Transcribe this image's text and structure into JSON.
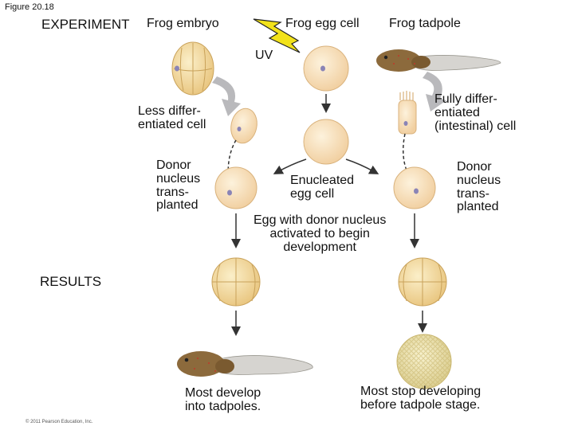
{
  "figure_label": "Figure 20.18",
  "headings": {
    "experiment": "EXPERIMENT",
    "results": "RESULTS"
  },
  "top_labels": {
    "frog_embryo": "Frog embryo",
    "frog_egg_cell": "Frog egg cell",
    "frog_tadpole": "Frog tadpole",
    "uv": "UV"
  },
  "labels": {
    "less_differentiated_cell": "Less differ-\nentiated cell",
    "fully_differentiated_cell": "Fully differ-\nentiated\n(intestinal) cell",
    "donor_nucleus_left": "Donor\nnucleus\ntrans-\nplanted",
    "donor_nucleus_right": "Donor\nnucleus\ntrans-\nplanted",
    "enucleated_egg_cell": "Enucleated\negg cell",
    "egg_with_donor_nucleus": "Egg with donor nucleus\nactivated to begin\ndevelopment"
  },
  "outcomes": {
    "left": "Most develop\ninto tadpoles.",
    "right": "Most stop developing\nbefore tadpole stage."
  },
  "copyright": "© 2011 Pearson Education, Inc.",
  "colors": {
    "cell_fill": "#f7e0b9",
    "cell_stroke": "#d9b27c",
    "embryo_fill": "#f3d99c",
    "nucleus": "#8a84b6",
    "arrow": "#333333",
    "curved_arrow": "#b9b9bc",
    "uv_bolt": "#f2e21a",
    "tadpole_body": "#8c6a3c",
    "tadpole_tail": "#d6d4d0",
    "blastula": "#efe6b8"
  },
  "icons": [
    "lightning-bolt-icon",
    "tadpole-icon",
    "curved-arrow-icon"
  ]
}
